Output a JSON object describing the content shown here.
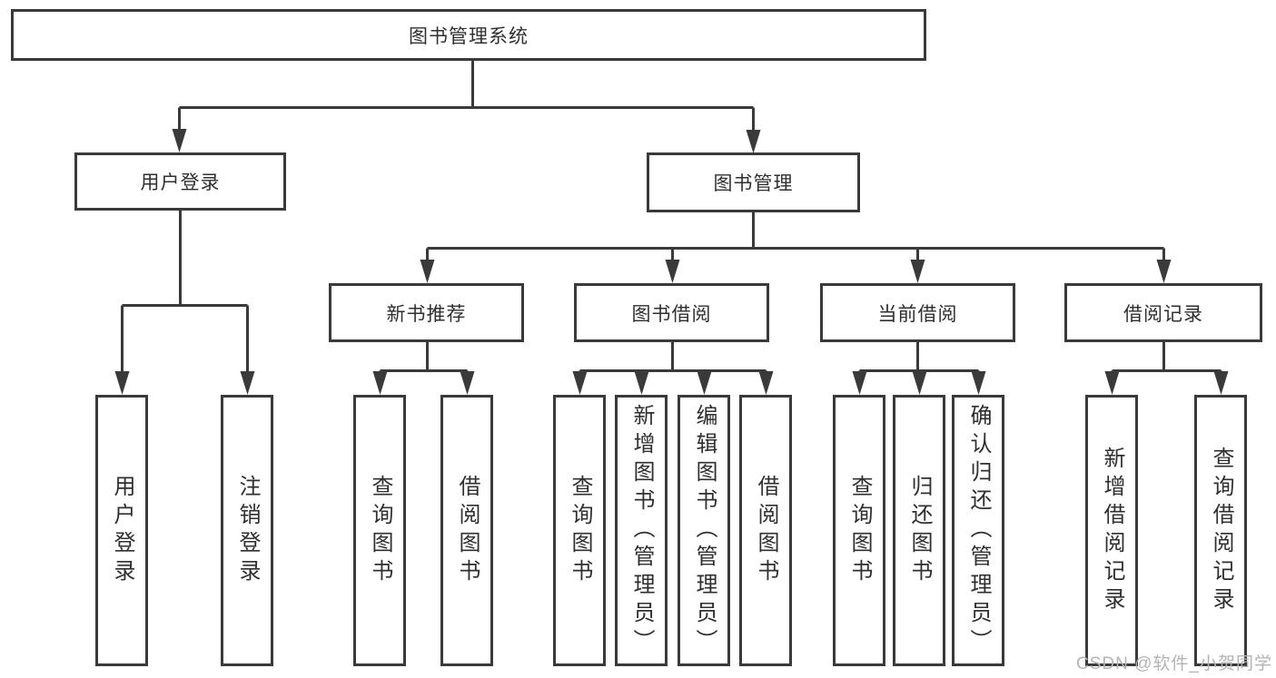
{
  "diagram_type": "function-structure-tree",
  "tree": {
    "label": "图书管理系统",
    "children": [
      {
        "label": "用户登录",
        "children": [
          {
            "label": "用户登录"
          },
          {
            "label": "注销登录"
          }
        ]
      },
      {
        "label": "图书管理",
        "children": [
          {
            "label": "新书推荐",
            "children": [
              {
                "label": "查询图书"
              },
              {
                "label": "借阅图书"
              }
            ]
          },
          {
            "label": "图书借阅",
            "children": [
              {
                "label": "查询图书"
              },
              {
                "label": "新增图书（管理员）"
              },
              {
                "label": "编辑图书（管理员）"
              },
              {
                "label": "借阅图书"
              }
            ]
          },
          {
            "label": "当前借阅",
            "children": [
              {
                "label": "查询图书"
              },
              {
                "label": "归还图书"
              },
              {
                "label": "确认归还（管理员）"
              }
            ]
          },
          {
            "label": "借阅记录",
            "children": [
              {
                "label": "新增借阅记录"
              },
              {
                "label": "查询借阅记录"
              }
            ]
          }
        ]
      }
    ]
  },
  "watermark": {
    "text": "CSDN @软件_小贺同学"
  },
  "colors": {
    "line": "#3a3a3a",
    "box_border": "#3a3a3a",
    "text": "#2f2f2f",
    "watermark": "#b3b3b3",
    "background": "#ffffff"
  }
}
